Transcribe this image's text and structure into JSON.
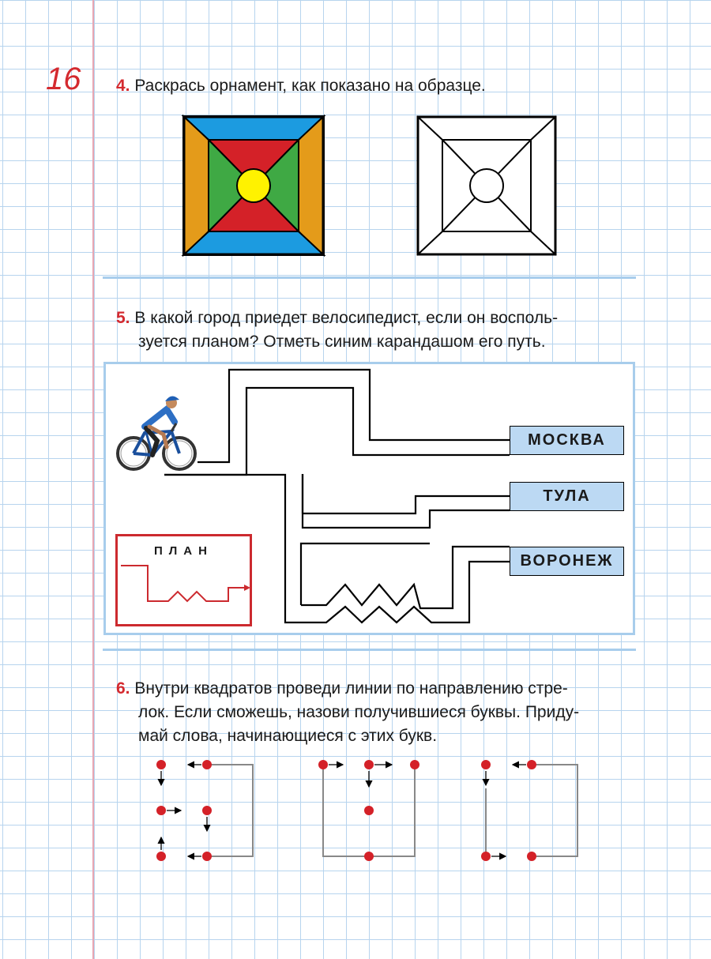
{
  "page_number": "16",
  "tasks": {
    "t4": {
      "number": "4.",
      "text": "Раскрась орнамент, как показано на образце."
    },
    "t5": {
      "number": "5.",
      "line1": "В какой город приедет велосипедист, если он восполь-",
      "line2": "зуется планом? Отметь синим карандашом его путь."
    },
    "t6": {
      "number": "6.",
      "line1": "Внутри квадратов проведи линии по направлению стре-",
      "line2": "лок. Если сможешь, назови получившиеся буквы. Приду-",
      "line3": "май слова, начинающиеся с этих букв."
    }
  },
  "maze": {
    "cities": [
      "МОСКВА",
      "ТУЛА",
      "ВОРОНЕЖ"
    ],
    "plan_label": "ПЛАН"
  },
  "colors": {
    "red": "#d42128",
    "blue": "#1c9be0",
    "orange": "#e49b1a",
    "green": "#3fa944",
    "yellow": "#fff200",
    "grid": "#b7d4ee",
    "margin": "#e8a6b2",
    "panel_border": "#a8cdec",
    "city_bg": "#bcd9f3"
  },
  "icons": [
    "cyclist-illustration",
    "arrow-icon",
    "dot-marker"
  ]
}
